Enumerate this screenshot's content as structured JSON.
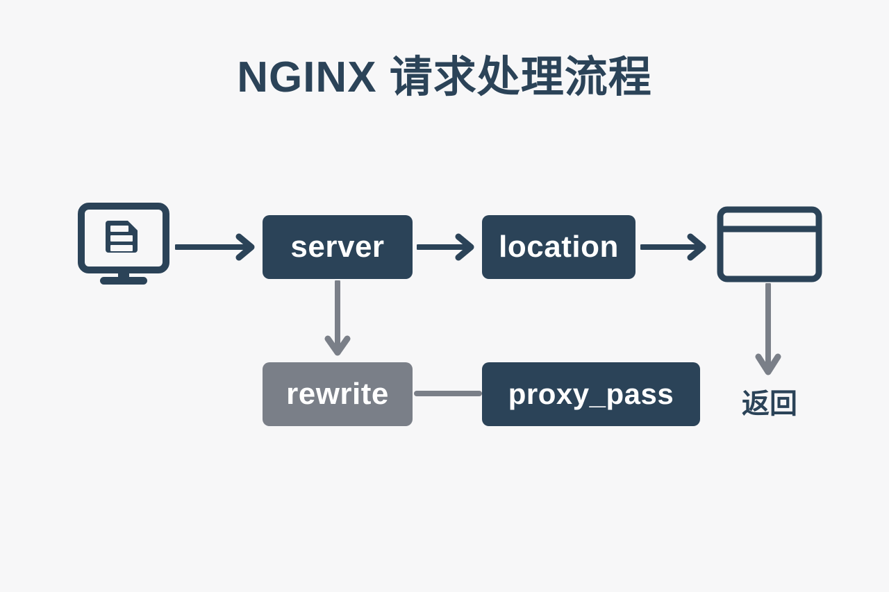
{
  "page": {
    "title": "NGINX 请求处理流程",
    "background_color": "#f7f7f8"
  },
  "palette": {
    "dark_navy": "#2b4358",
    "gray": "#7a7f88",
    "white": "#ffffff",
    "background": "#f7f7f8"
  },
  "diagram": {
    "type": "flowchart",
    "nodes": [
      {
        "id": "client",
        "label": "",
        "kind": "monitor-icon",
        "color": "#2b4358"
      },
      {
        "id": "server",
        "label": "server",
        "kind": "box",
        "color": "#2b4358"
      },
      {
        "id": "location",
        "label": "location",
        "kind": "box",
        "color": "#2b4358"
      },
      {
        "id": "result",
        "label": "",
        "kind": "browser-icon",
        "color": "#2b4358"
      },
      {
        "id": "rewrite",
        "label": "rewrite",
        "kind": "box",
        "color": "#7a7f88"
      },
      {
        "id": "proxy_pass",
        "label": "proxy_pass",
        "kind": "box",
        "color": "#2b4358"
      }
    ],
    "edges": [
      {
        "from": "client",
        "to": "server",
        "style": "arrow",
        "color": "#2b4358",
        "direction": "right"
      },
      {
        "from": "server",
        "to": "location",
        "style": "arrow",
        "color": "#2b4358",
        "direction": "right"
      },
      {
        "from": "location",
        "to": "result",
        "style": "arrow",
        "color": "#2b4358",
        "direction": "right"
      },
      {
        "from": "server",
        "to": "rewrite",
        "style": "arrow",
        "color": "#7a7f88",
        "direction": "down"
      },
      {
        "from": "rewrite",
        "to": "proxy_pass",
        "style": "line",
        "color": "#7a7f88",
        "direction": "right"
      },
      {
        "from": "result",
        "to": "return",
        "style": "arrow",
        "color": "#7a7f88",
        "direction": "down"
      }
    ],
    "labels": {
      "return": "返回"
    },
    "icons": {
      "client": "monitor-document-icon",
      "result": "browser-window-icon"
    }
  }
}
